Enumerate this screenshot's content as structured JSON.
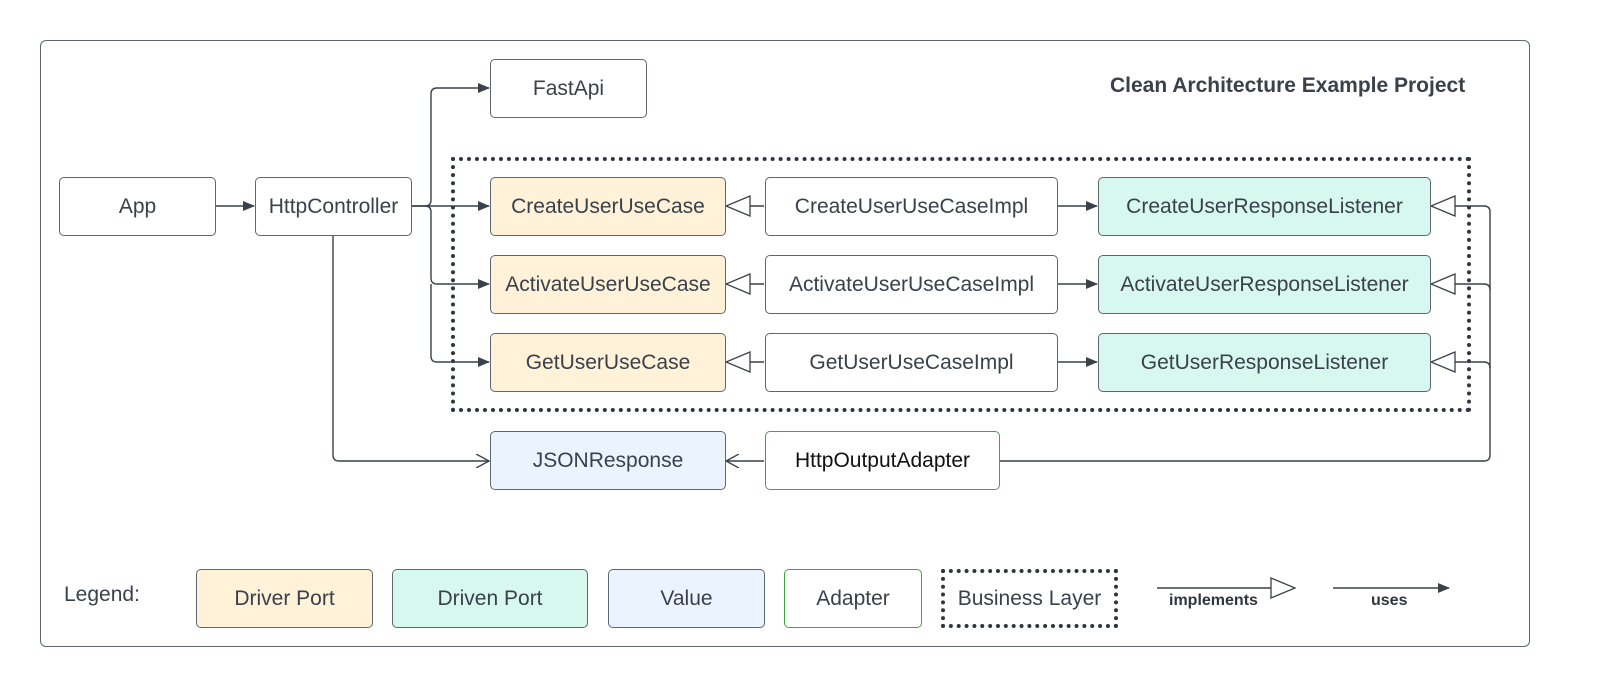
{
  "title": "Clean Architecture Example Project",
  "nodes": {
    "fastapi": "FastApi",
    "app": "App",
    "http_controller": "HttpController",
    "create_use_case": "CreateUserUseCase",
    "activate_use_case": "ActivateUserUseCase",
    "get_use_case": "GetUserUseCase",
    "create_impl": "CreateUserUseCaseImpl",
    "activate_impl": "ActivateUserUseCaseImpl",
    "get_impl": "GetUserUseCaseImpl",
    "create_listener": "CreateUserResponseListener",
    "activate_listener": "ActivateUserResponseListener",
    "get_listener": "GetUserResponseListener",
    "json_response": "JSONResponse",
    "http_output_adapter": "HttpOutputAdapter"
  },
  "legend": {
    "label": "Legend:",
    "driver_port": "Driver Port",
    "driven_port": "Driven Port",
    "value": "Value",
    "adapter": "Adapter",
    "business_layer": "Business Layer",
    "implements": "implements",
    "uses": "uses"
  },
  "colors": {
    "driver_port": "#fff2d9",
    "driven_port": "#d6f8ee",
    "value": "#ebf3ff",
    "adapter_border": "#3fa53f",
    "line": "#3a414a"
  }
}
